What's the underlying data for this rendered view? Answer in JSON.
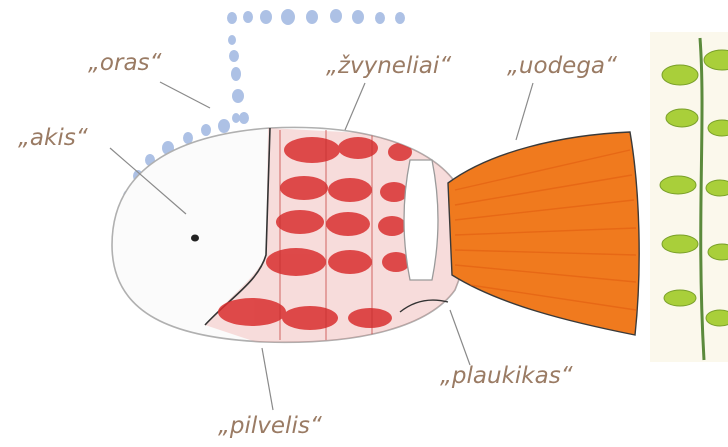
{
  "labels": {
    "oras": "„oras“",
    "zvyneliai": "„žvyneliai“",
    "uodega": "„uodega“",
    "akis": "„akis“",
    "plaukikas": "„plaukikas“",
    "pilvelis": "„pilvelis“"
  },
  "colors": {
    "label": "#9a7b64",
    "outline": "#b0b0b0",
    "scales": "#d92f2f",
    "tail": "#f07a1e",
    "bubbles": "#6b8fd0",
    "weed_leaf": "#a9cf3a",
    "weed_stem": "#5b8a3c"
  }
}
